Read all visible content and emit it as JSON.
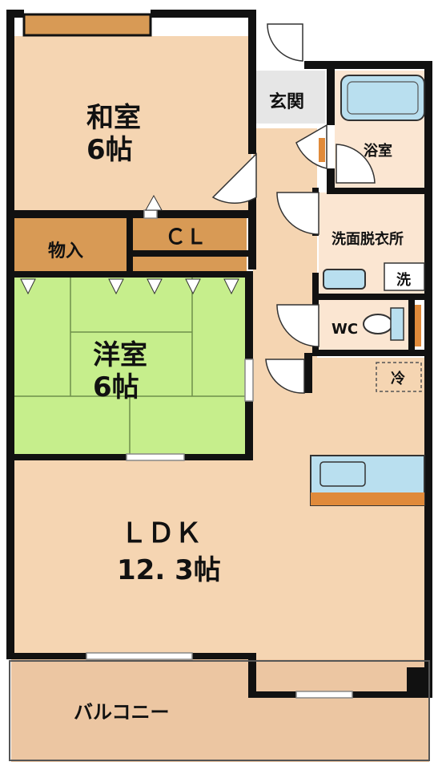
{
  "colors": {
    "wall": "#111111",
    "floor_tan": "#f5d5b2",
    "floor_light": "#fbe6d2",
    "tatami": "#c6ee8c",
    "storage": "#d89a55",
    "balcony": "#ecc6a2",
    "fixture_blue": "#b9dfef",
    "counter": "#e08a3a",
    "entrance": "#e6e6e6",
    "window": "#bbbbbb"
  },
  "rooms": {
    "washitsu": {
      "name": "和室",
      "size": "6帖"
    },
    "youshitsu": {
      "name": "洋室",
      "size": "6帖"
    },
    "ldk": {
      "name": "ＬＤＫ",
      "size": "12. 3帖"
    },
    "closet": {
      "name": "ＣＬ"
    },
    "storage": {
      "name": "物入"
    },
    "entrance": {
      "name": "玄関"
    },
    "bath": {
      "name": "浴室"
    },
    "washroom": {
      "name": "洗面脱衣所"
    },
    "washer": {
      "name": "洗"
    },
    "toilet": {
      "name": "WC"
    },
    "fridge": {
      "name": "冷"
    },
    "balcony": {
      "name": "バルコニー"
    }
  }
}
